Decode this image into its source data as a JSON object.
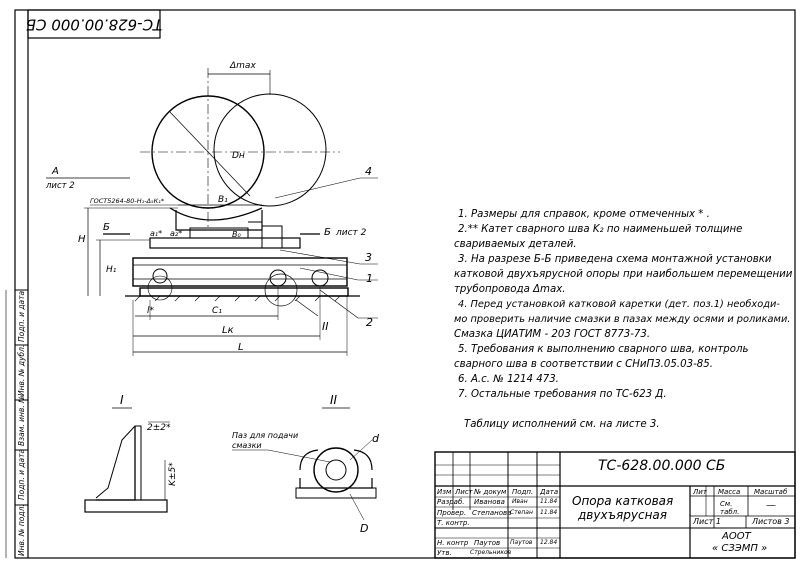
{
  "designation": "ТС-628.00.000 СБ",
  "designation_flipped": "ТС-628.00.000 СБ",
  "drawing": {
    "labels": {
      "delta_max": "Δmax",
      "dn": "Dн",
      "b1": "B₁",
      "b0": "B₀",
      "section_a": "A",
      "section_a_sheet": "лист 2",
      "gost_weld": "ГОСТ5264-80-Н₁-Δ₅К₁*",
      "h": "H",
      "h1": "H₁",
      "b_left": "Б",
      "b_right": "Б",
      "b_right_sheet": "лист 2",
      "a1": "a₁*",
      "a2": "a₂*",
      "l_star": "l*",
      "c1": "C₁",
      "lk": "Lк",
      "l": "L",
      "pos1": "1",
      "pos2": "2",
      "pos3": "3",
      "pos4": "4",
      "view_i_mark": "I",
      "view_ii_mark": "II",
      "detail_i": "I",
      "detail_ii": "II",
      "weld_gap": "2±2*",
      "weld_k": "K±5*",
      "grease_note_1": "Паз для подачи",
      "grease_note_2": "смазки",
      "d_small": "d",
      "d_big": "D"
    }
  },
  "notes": [
    "1. Размеры для справок, кроме отмеченных * .",
    "2.** Катет сварного шва K₂ по наименьшей толщине",
    "свариваемых деталей.",
    "3. На разрезе Б-Б приведена схема монтажной установки",
    "катковой двухъярусной опоры при наибольшем перемещении",
    "трубопровода Δmax.",
    "4. Перед установкой катковой каретки (дет. поз.1) необходи-",
    "мо проверить наличие смазки в пазах между осями и роликами.",
    "Смазка ЦИАТИМ - 203 ГОСТ 8773-73.",
    "5. Требования к выполнению сварного шва, контроль",
    "сварного шва в соответствии с СНиП3.05.03-85.",
    "6. А.с. № 1214 473.",
    "7. Остальные требования по ТС-623 Д."
  ],
  "table_ref": "Таблицу исполнений см. на листе 3.",
  "title_block": {
    "designation": "ТС-628.00.000 СБ",
    "name_line1": "Опора катковая",
    "name_line2": "двухъярусная",
    "headers": {
      "izm": "Изм",
      "list": "Лист",
      "doc": "№ докум",
      "sign": "Подп.",
      "date": "Дата",
      "lit": "Лит",
      "mass": "Масса",
      "scale": "Масштаб"
    },
    "rows": [
      {
        "role": "Разраб.",
        "name": "Иванова",
        "sign": "Иван",
        "date": "11.84"
      },
      {
        "role": "Провер.",
        "name": "Степанова",
        "sign": "Степан",
        "date": "11.84"
      },
      {
        "role": "Т. контр.",
        "name": "",
        "sign": "",
        "date": ""
      },
      {
        "role": "Н. контр",
        "name": "Паутов",
        "sign": "Паутов",
        "date": "12.84"
      },
      {
        "role": "Утв.",
        "name": "Стрельников",
        "sign": "",
        "date": ""
      }
    ],
    "mass_value": "См. табл.",
    "scale_value": "—",
    "sheet": "Лист 1",
    "sheets": "Листов 3",
    "org_line1": "АООТ",
    "org_line2": "« СЗЭМП »"
  },
  "side_stamp": [
    "Инв. № подл.",
    "Подп. и дата",
    "Взам. инв. №",
    "Инв. № дубл.",
    "Подп. и дата"
  ]
}
